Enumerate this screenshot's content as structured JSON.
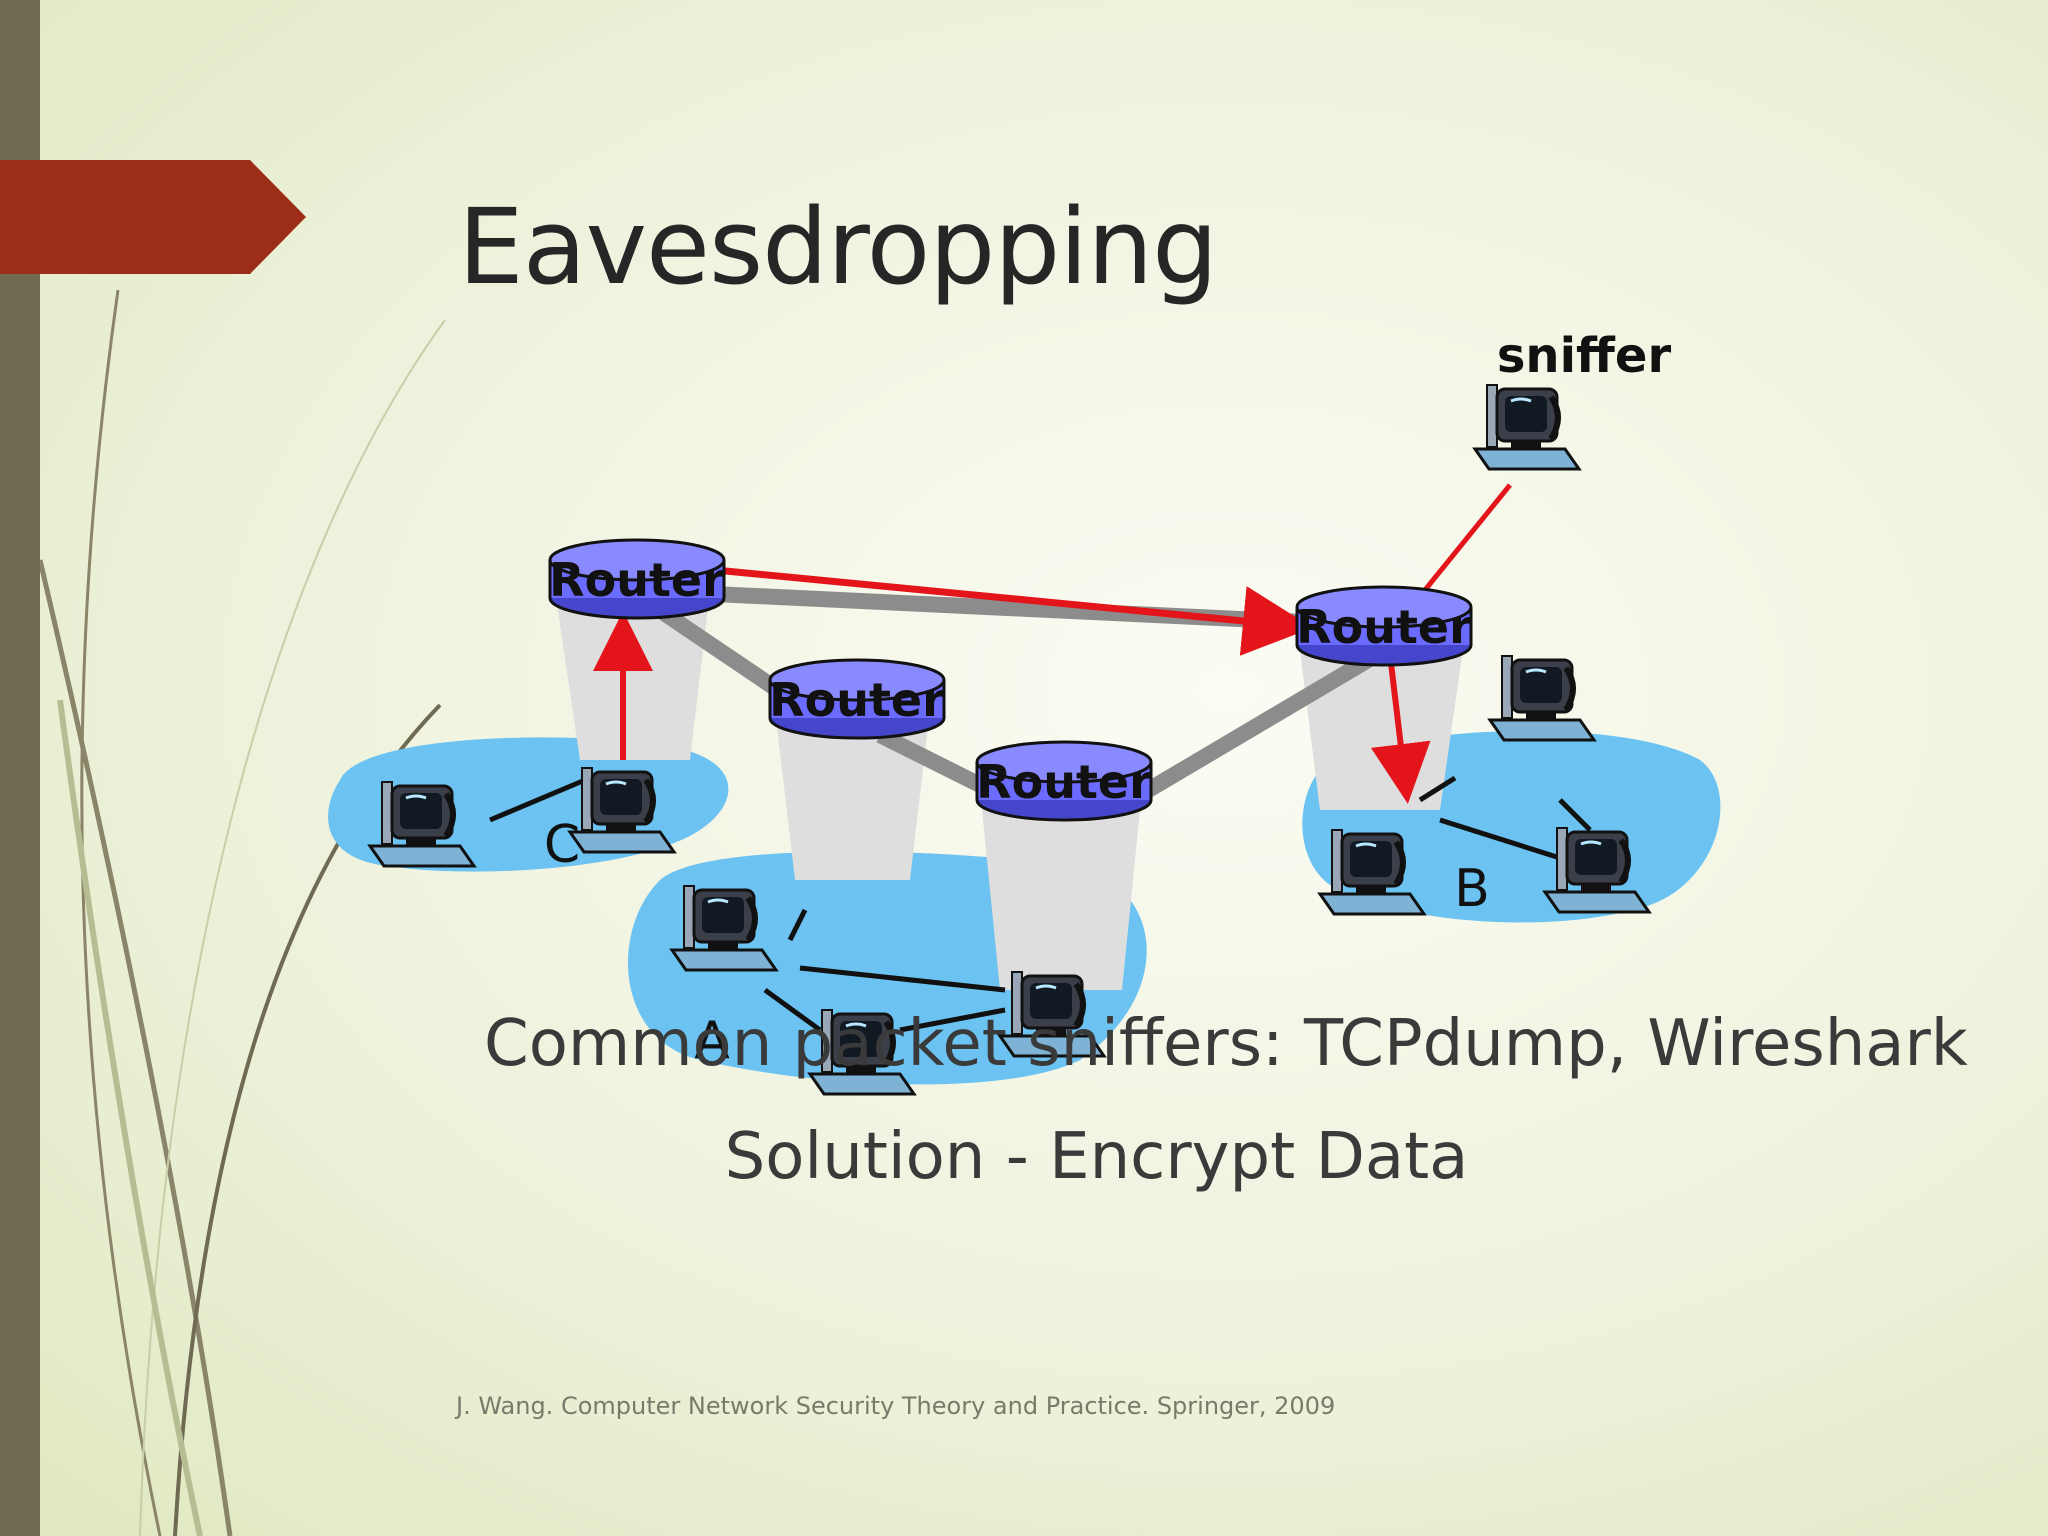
{
  "slide": {
    "title": "Eavesdropping",
    "body": [
      "Common packet sniffers: TCPdump, Wireshark",
      "Solution -  Encrypt Data"
    ],
    "citation": "J. Wang. Computer Network Security Theory and Practice. Springer, 2009"
  },
  "diagram": {
    "router_label": "Router",
    "sniffer_label": "sniffer",
    "host_labels": {
      "a": "A",
      "b": "B",
      "c": "C"
    }
  },
  "colors": {
    "accent_flag": "#9c2e17",
    "left_bar": "#6f6a52",
    "router_fill": "#6b6bff",
    "lan_fill": "#6cc3f2",
    "packet_path": "#e3151a",
    "link": "#8c8c8c"
  },
  "icons": [
    "router-icon",
    "computer-icon",
    "arrow-icon"
  ]
}
